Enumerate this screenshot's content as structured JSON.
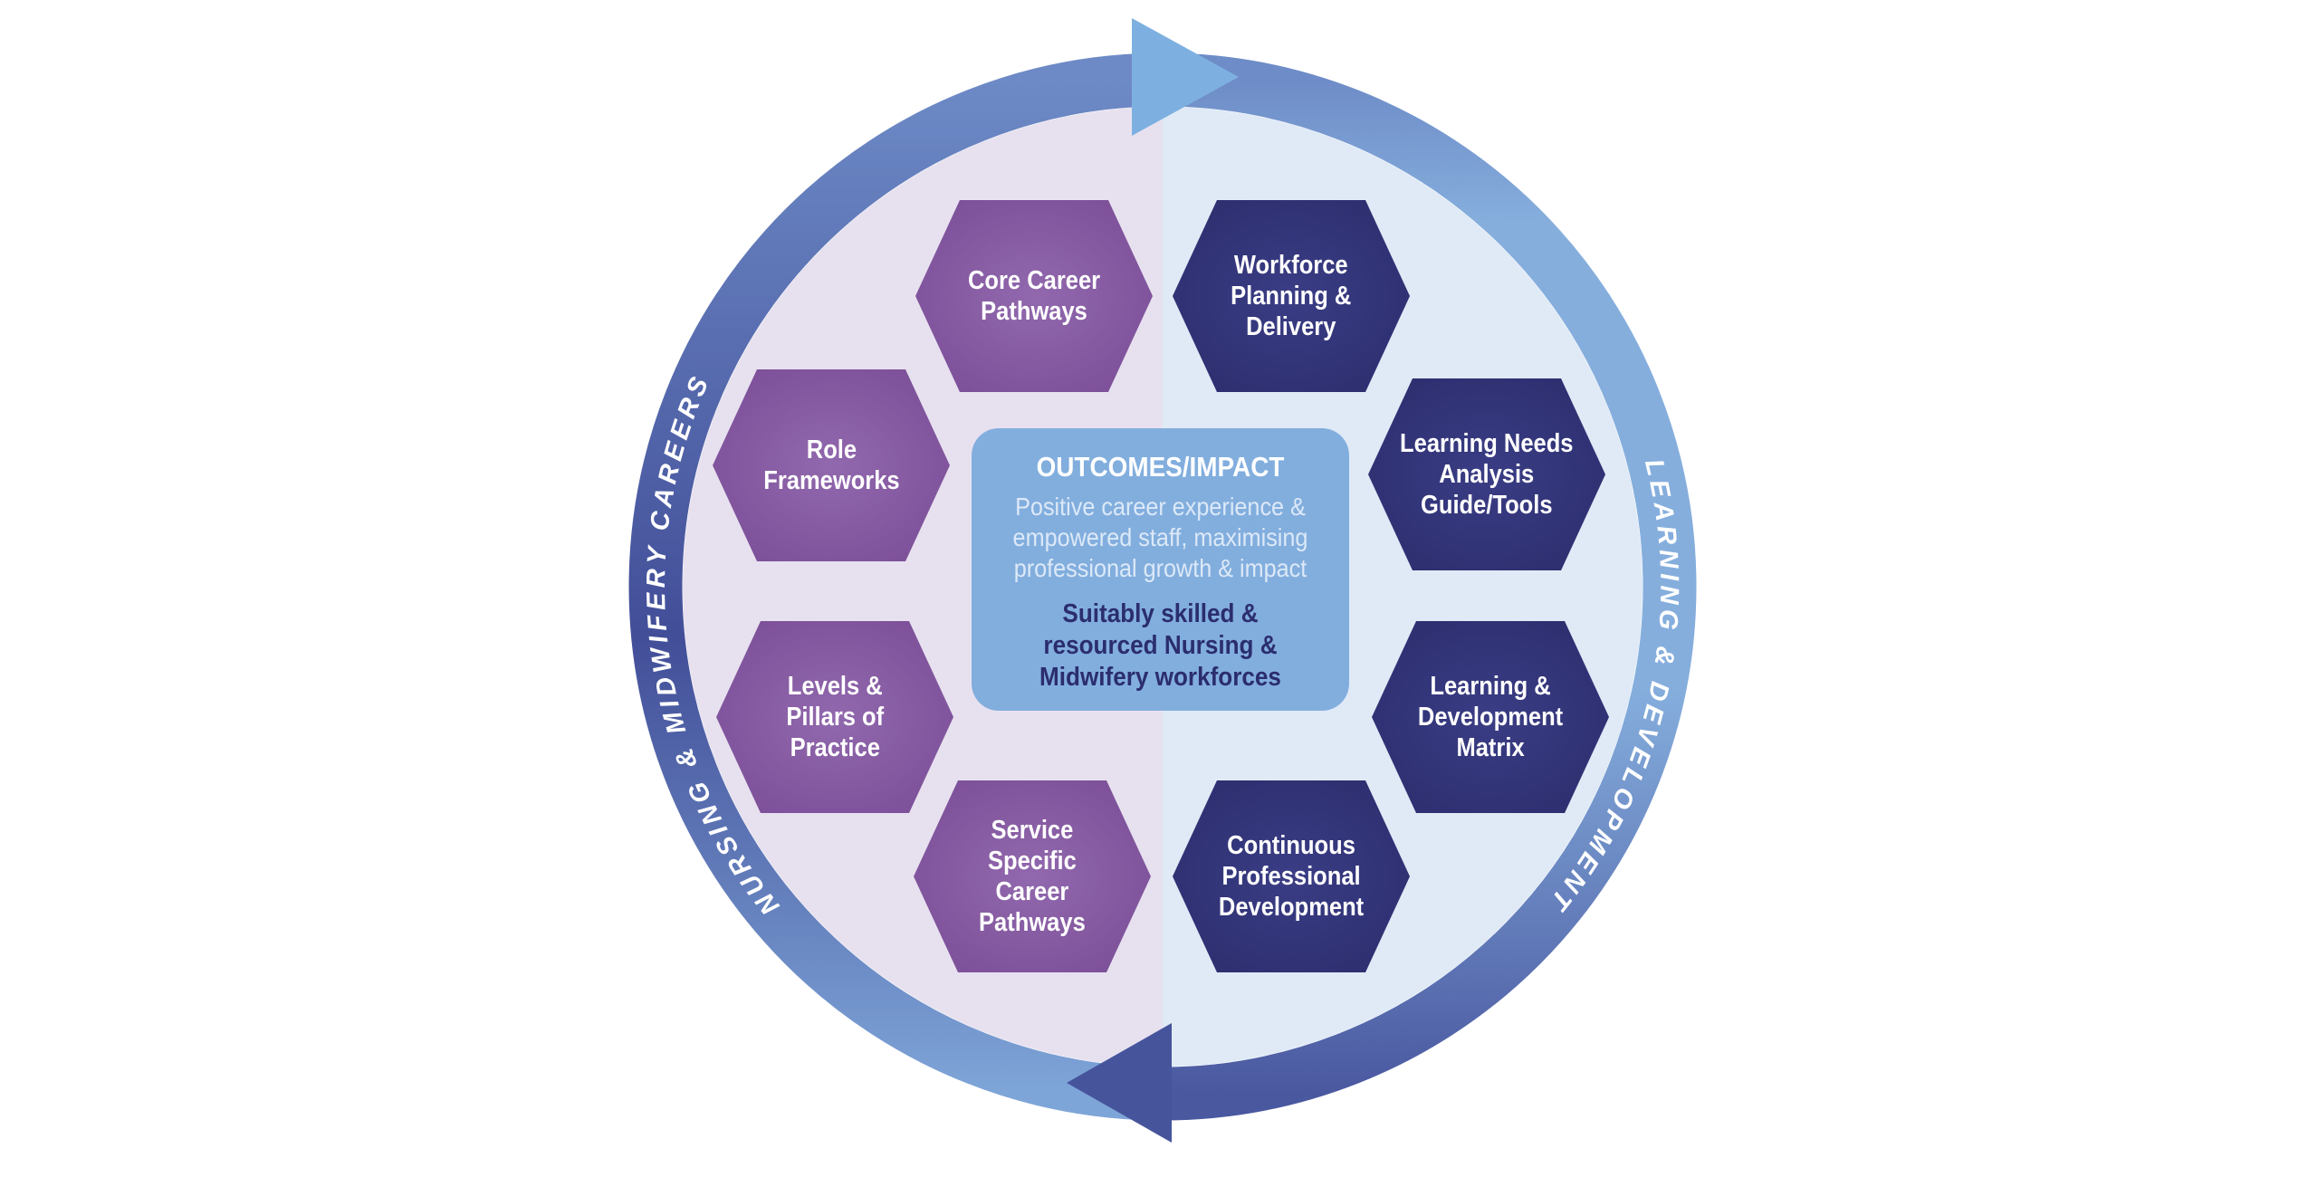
{
  "ring": {
    "left_label": "NURSING & MIDWIFERY CAREERS",
    "right_label": "LEARNING & DEVELOPMENT"
  },
  "hexagons": {
    "core_career": {
      "label": "Core Career\nPathways"
    },
    "workforce": {
      "label": "Workforce\nPlanning &\nDelivery"
    },
    "role_frameworks": {
      "label": "Role\nFrameworks"
    },
    "learning_needs": {
      "label": "Learning Needs\nAnalysis\nGuide/Tools"
    },
    "levels_pillars": {
      "label": "Levels &\nPillars of\nPractice"
    },
    "ld_matrix": {
      "label": "Learning &\nDevelopment\nMatrix"
    },
    "service_specific": {
      "label": "Service\nSpecific\nCareer\nPathways"
    },
    "cpd": {
      "label": "Continuous\nProfessional\nDevelopment"
    }
  },
  "center_box": {
    "title": "OUTCOMES/IMPACT",
    "body": "Positive career experience &\nempowered staff, maximising\nprofessional growth & impact",
    "highlight": "Suitably skilled &\nresourced Nursing &\nMidwifery workforces"
  },
  "colors": {
    "background": "#ffffff",
    "interior_left": "#e7e1ef",
    "interior_right": "#dfeaf6",
    "ring_left_bottom": "#7ea5d8",
    "ring_left_mid": "#424e98",
    "ring_left_top": "#6d8ac6",
    "ring_right_top": "#6e8cc7",
    "ring_right_light": "#85aedd",
    "ring_right_bottom": "#4a58a0",
    "arrow_top": "#7db0e0",
    "arrow_bottom": "#46549c",
    "hex_purple_center": "#9168ad",
    "hex_purple_edge": "#7c4f98",
    "hex_navy_center": "#3b3d85",
    "hex_navy_edge": "#2c2e6f",
    "center_box_bg": "#82aede",
    "center_box_body_text": "#dce9f7",
    "center_box_highlight_text": "#2b2d6e",
    "ring_text": "#ffffff",
    "hex_text": "#ffffff"
  }
}
